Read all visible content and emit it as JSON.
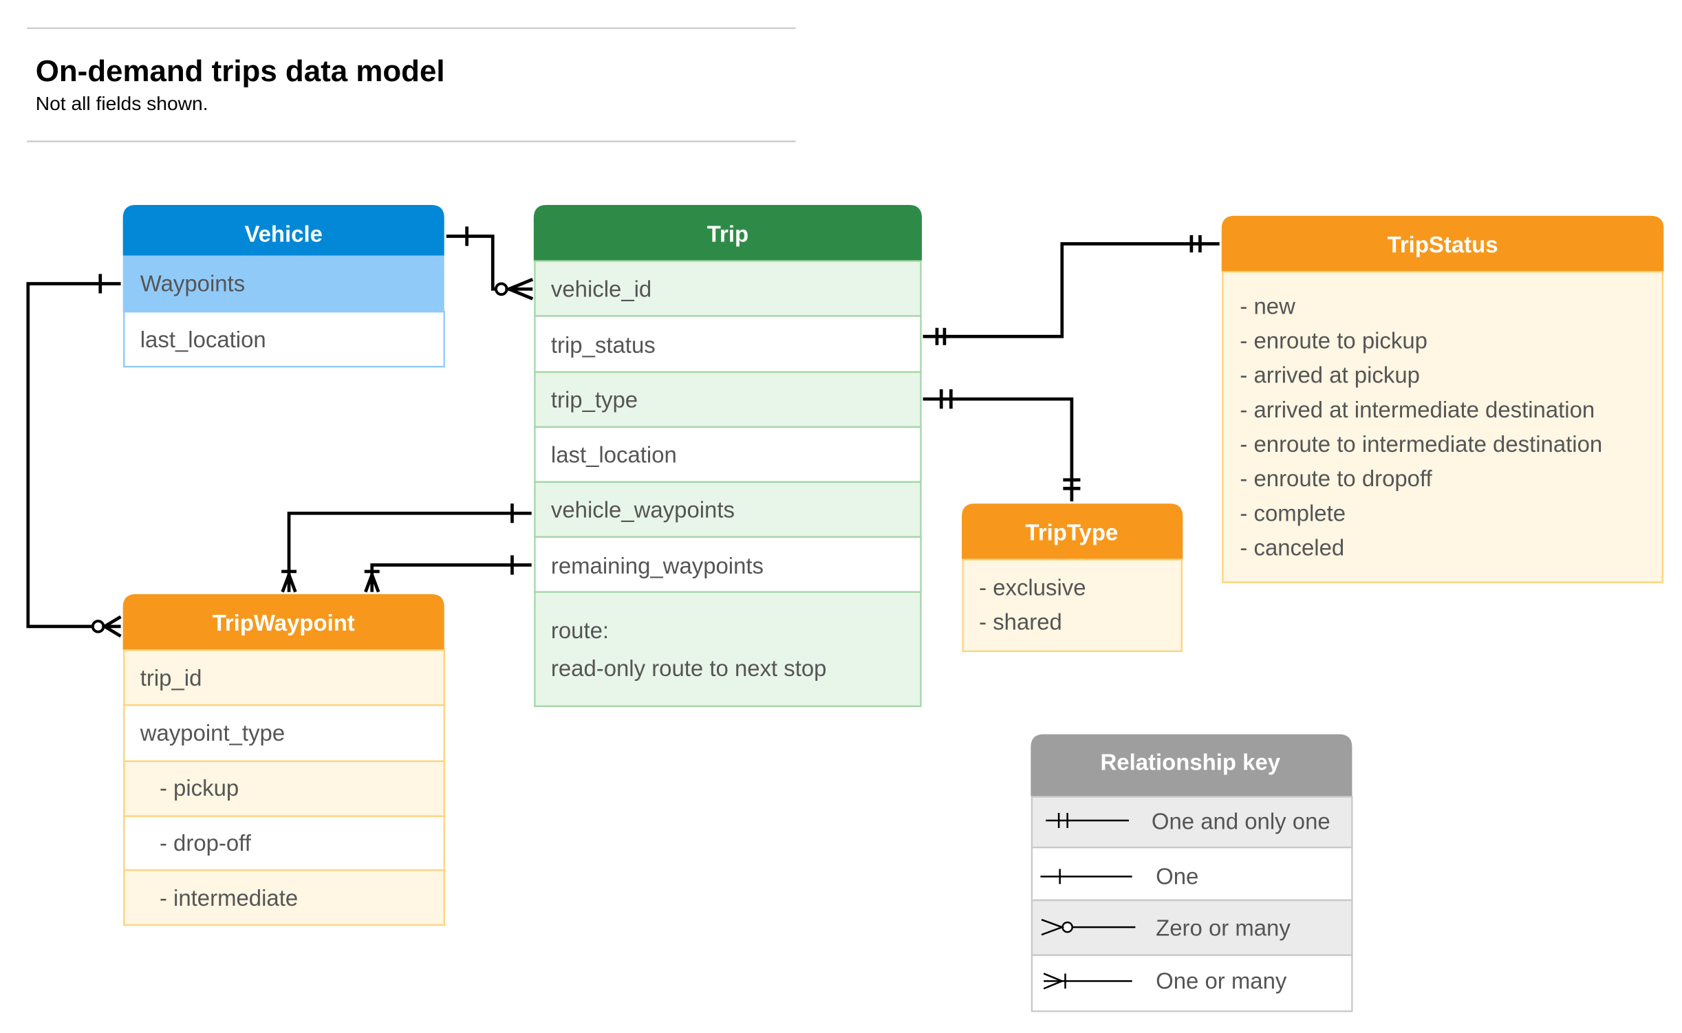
{
  "header": {
    "title": "On-demand trips data model",
    "subtitle": "Not all fields shown."
  },
  "colors": {
    "vehicle": "#0288d6",
    "vehicle_row": "#90caf9",
    "trip": "#2e8b47",
    "trip_row": "#e8f5e9",
    "orange": "#f7981d",
    "orange_row": "#fff6e3",
    "key": "#9e9e9e"
  },
  "vehicle": {
    "title": "Vehicle",
    "fields": [
      "Waypoints",
      "last_location"
    ]
  },
  "trip": {
    "title": "Trip",
    "fields": [
      "vehicle_id",
      "trip_status",
      "trip_type",
      "last_location",
      "vehicle_waypoints",
      "remaining_waypoints"
    ],
    "route_label": "route:",
    "route_desc": "read-only route to next stop"
  },
  "trip_status": {
    "title": "TripStatus",
    "values": [
      "- new",
      "- enroute to pickup",
      "- arrived at pickup",
      "- arrived at intermediate destination",
      "- enroute to intermediate destination",
      "- enroute to dropoff",
      "- complete",
      "- canceled"
    ]
  },
  "trip_type": {
    "title": "TripType",
    "values": [
      "- exclusive",
      "- shared"
    ]
  },
  "trip_waypoint": {
    "title": "TripWaypoint",
    "fields": [
      "trip_id",
      "waypoint_type",
      "- pickup",
      "- drop-off",
      "- intermediate"
    ]
  },
  "key": {
    "title": "Relationship key",
    "items": [
      "One and only one",
      "One",
      "Zero or many",
      "One or many"
    ]
  }
}
